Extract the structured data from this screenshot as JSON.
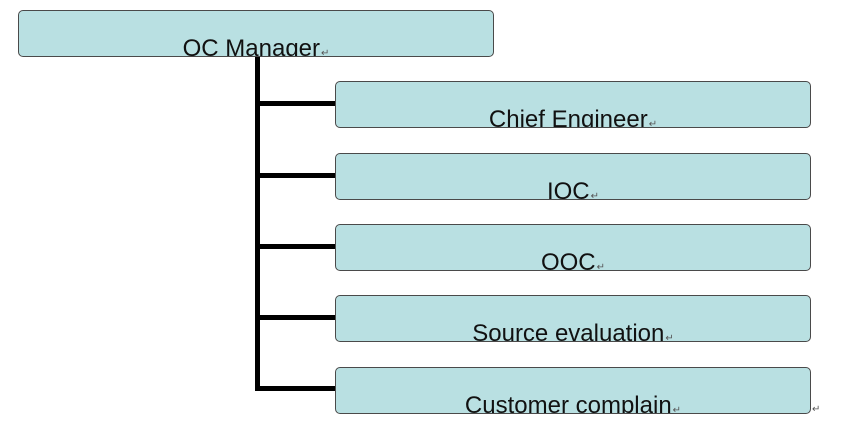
{
  "root": {
    "label": "QC Manager",
    "mark": "↵"
  },
  "children": [
    {
      "label": "Chief Engineer",
      "mark": "↵"
    },
    {
      "label": "IQC",
      "mark": "↵"
    },
    {
      "label": "OQC",
      "mark": "↵"
    },
    {
      "label": "Source evaluation",
      "mark": "↵"
    },
    {
      "label": "Customer complain",
      "mark": "↵"
    }
  ],
  "trailing_mark": "↵",
  "colors": {
    "box_fill": "#b9e0e2",
    "box_border": "#4a4a4a",
    "connector": "#000000"
  }
}
